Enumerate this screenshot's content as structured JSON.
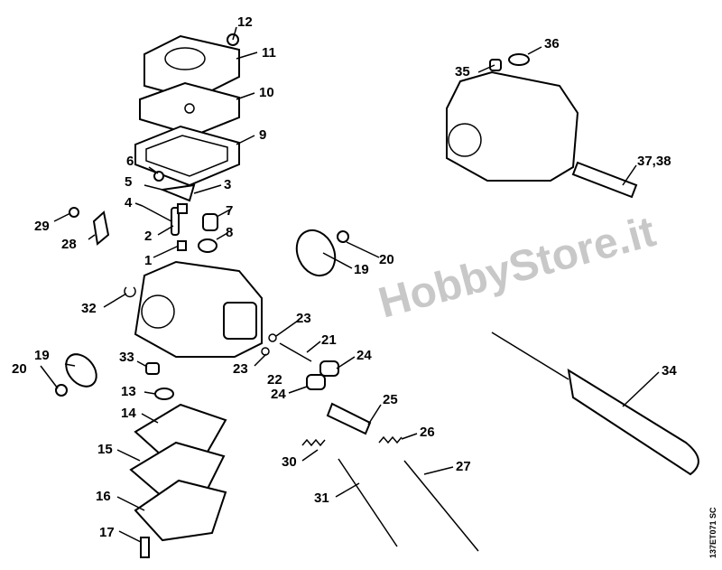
{
  "diagram": {
    "labels": [
      "1",
      "2",
      "3",
      "4",
      "5",
      "6",
      "7",
      "8",
      "9",
      "10",
      "11",
      "12",
      "13",
      "14",
      "15",
      "16",
      "17",
      "19",
      "20",
      "21",
      "22",
      "23",
      "24",
      "25",
      "26",
      "27",
      "28",
      "29",
      "30",
      "31",
      "32",
      "33",
      "34",
      "35",
      "36",
      "37,38"
    ],
    "extra_labels": {
      "l19b": "19",
      "l20b": "20",
      "l23b": "23",
      "l24b": "24"
    },
    "watermark": "HobbyStore.it",
    "drawing_code": "137ET071 SC"
  }
}
